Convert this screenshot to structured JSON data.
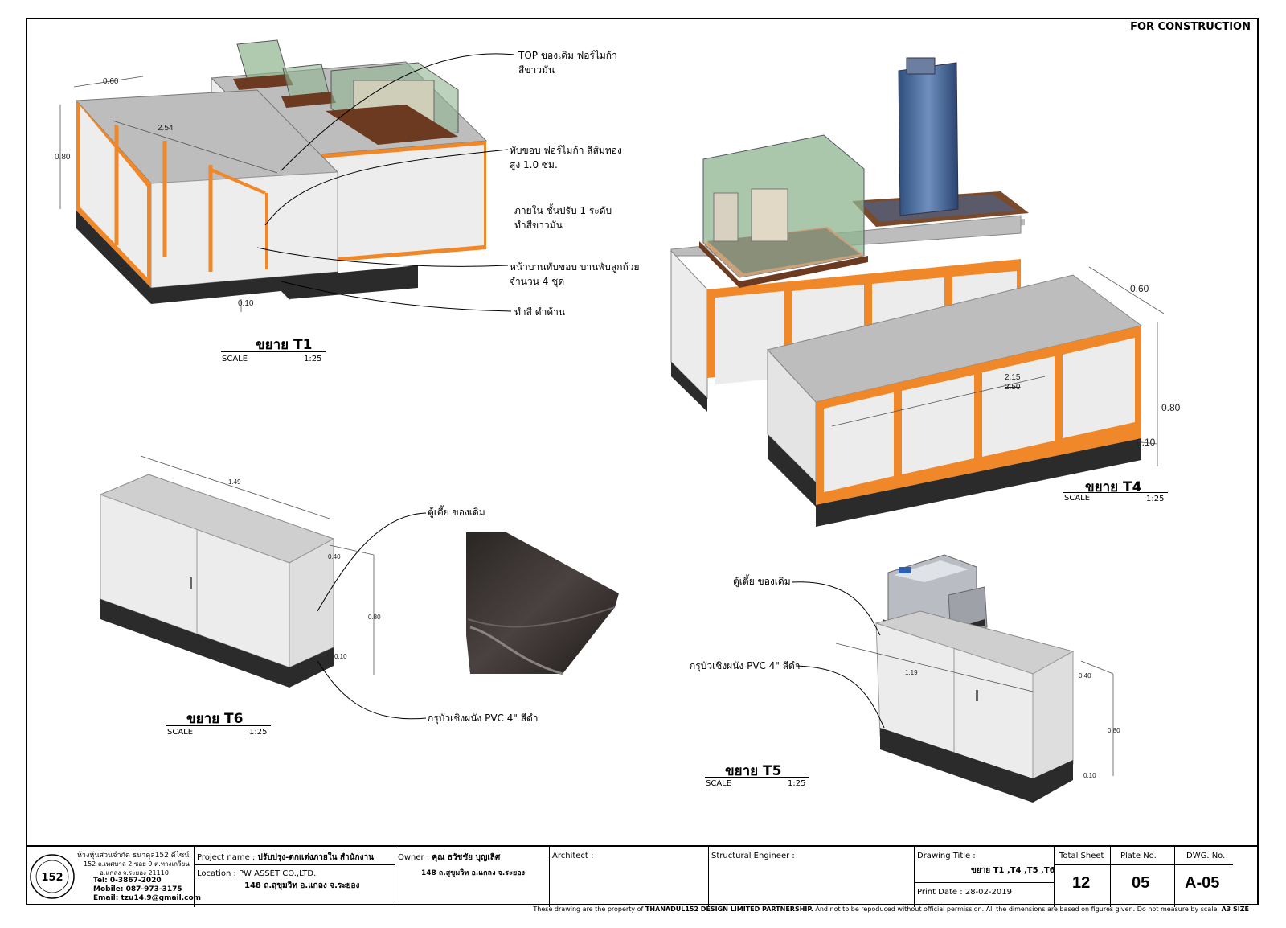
{
  "status": "FOR CONSTRUCTION",
  "views": {
    "t1": {
      "title": "ขยาย T1",
      "scale_label": "SCALE",
      "scale": "1:25",
      "dims": {
        "depth": "0.60",
        "length": "2.54",
        "height": "0.80",
        "base": "0.10"
      }
    },
    "t4": {
      "title": "ขยาย T4",
      "scale_label": "SCALE",
      "scale": "1:25",
      "dims": {
        "depth": "0.60",
        "length_new": "2.15",
        "length_old": "2.50",
        "height": "0.80",
        "base": "0.10"
      }
    },
    "t6": {
      "title": "ขยาย T6",
      "scale_label": "SCALE",
      "scale": "1:25",
      "dims": {
        "length": "1.49",
        "depth": "0.40",
        "height": "0.80",
        "base": "0.10"
      }
    },
    "t5": {
      "title": "ขยาย T5",
      "scale_label": "SCALE",
      "scale": "1:25",
      "dims": {
        "length": "1.19",
        "depth": "0.40",
        "height": "0.80",
        "base": "0.10"
      }
    }
  },
  "notes": {
    "top": [
      "TOP ของเดิม ฟอร์ไมก้า",
      "สีขาวมัน"
    ],
    "edge": [
      "ทับขอบ ฟอร์ไมก้า สีส้มทอง",
      "สูง 1.0 ซม."
    ],
    "inside": [
      "ภายใน ชั้นปรับ 1 ระดับ",
      "ทำสีขาวมัน"
    ],
    "doors": [
      "หน้าบานทับขอบ บานพับลูกถ้วย",
      "จำนวน 4 ชุด"
    ],
    "base": "ทำสี ดำด้าน",
    "t6_cabinet": "ตู้เตี้ย ของเดิม",
    "t6_skirting": "กรุบัวเชิงผนัง PVC 4\" สีดำ",
    "t5_cabinet": "ตู้เตี้ย ของเดิม",
    "t5_skirting": "กรุบัวเชิงผนัง PVC 4\" สีดำ"
  },
  "title_block": {
    "company": "ห้างหุ้นส่วนจำกัด ธนาดุล152 ดีไซน์",
    "address1": "152 ถ.เทศบาล 2 ซอย 9 ต.ทางเกวียน",
    "address2": "อ.แกลง จ.ระยอง 21110",
    "tel": "Tel:  0-3867-2020",
    "mobile": "Mobile:  087-973-3175",
    "email": "Email:  tzu14.9@gmail.com",
    "project_label": "Project name :",
    "project": "ปรับปรุง-ตกแต่งภายใน สำนักงาน",
    "location_label": "Location :",
    "location1": "PW ASSET CO.,LTD.",
    "location2": "148 ถ.สุขุมวิท อ.แกลง จ.ระยอง",
    "owner_label": "Owner :",
    "owner": "คุณ ธวัชชัย บุญเลิศ",
    "owner_addr": "148 ถ.สุขุมวิท อ.แกลง จ.ระยอง",
    "architect_label": "Architect :",
    "structural_label": "Structural Engineer :",
    "drawing_title_label": "Drawing Title :",
    "drawing_title": "ขยาย T1 ,T4 ,T5 ,T6",
    "print_date_label": "Print Date :",
    "print_date": "28-02-2019",
    "total_sheet_label": "Total Sheet",
    "total_sheet": "12",
    "plate_label": "Plate No.",
    "plate": "05",
    "dwg_label": "DWG. No.",
    "dwg": "A-05"
  },
  "footer": {
    "pre": "These drawing are the property of",
    "owner": "THANADUL152 DESIGN LIMITED PARTNERSHIP.",
    "post": "And not to be repoduced without official permission.  All the dimensions are based on figures given. Do not measure by scale.",
    "size": "A3 SIZE"
  },
  "colors": {
    "orange": "#f0882a",
    "panel": "#ececec",
    "top": "#b9b9b9",
    "base": "#2b2b2b",
    "glass": "#8fb48f"
  }
}
